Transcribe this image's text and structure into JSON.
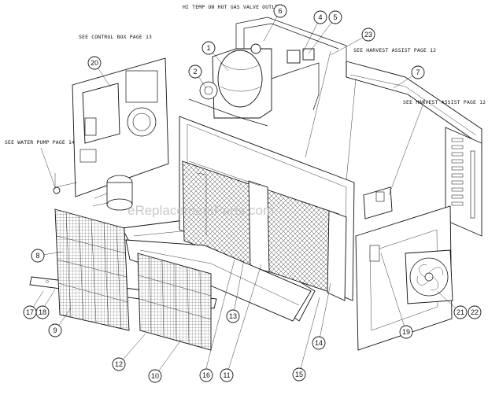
{
  "callouts": [
    "1",
    "2",
    "4",
    "5",
    "6",
    "7",
    "8",
    "9",
    "10",
    "11",
    "12",
    "13",
    "14",
    "15",
    "16",
    "17",
    "18",
    "19",
    "20",
    "21",
    "22",
    "23"
  ],
  "notes": {
    "hot_gas": "HI TEMP ON HOT GAS VALVE OUTLET",
    "control_box": "SEE CONTROL BOX PAGE 13",
    "harvest_assist_a": "SEE HARVEST ASSIST PAGE 12",
    "harvest_assist_b": "SEE HARVEST ASSIST PAGE 12",
    "water_pump": "SEE WATER PUMP PAGE 14"
  },
  "watermark": "eReplacementParts.com"
}
